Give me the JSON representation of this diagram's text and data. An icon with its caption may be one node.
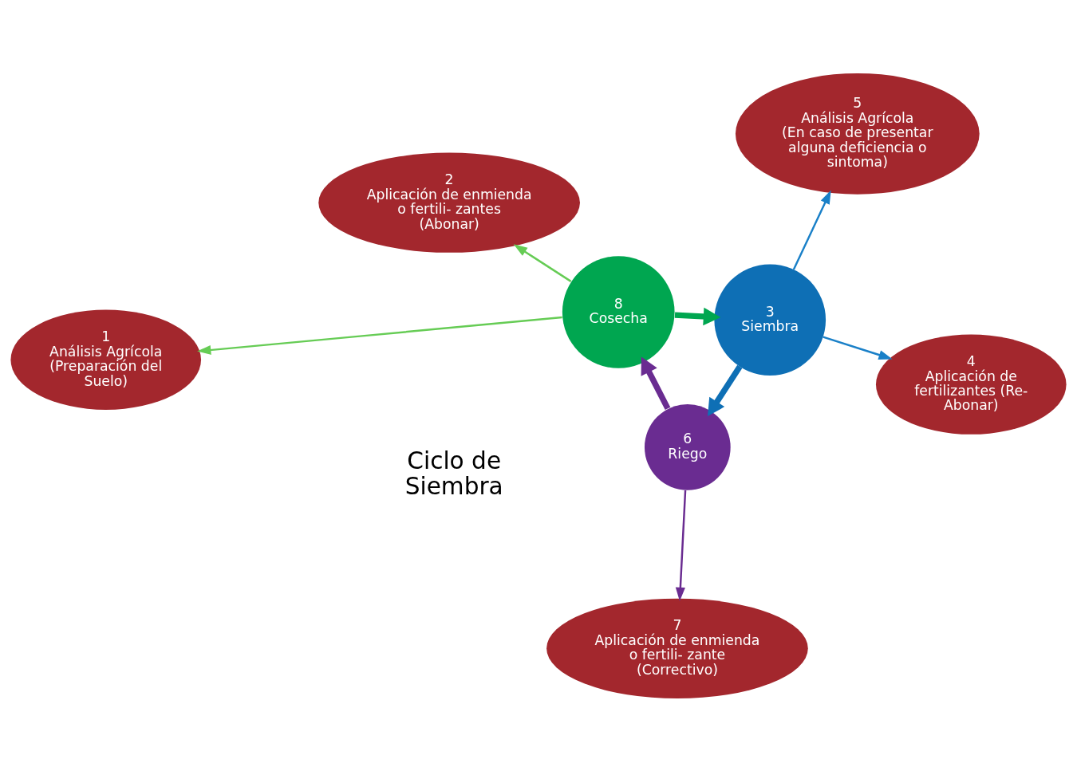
{
  "diagram": {
    "nodes": [
      {
        "text": [
          "1",
          "Análisis Agrícola (Preparación del Suelo)"
        ]
      },
      {
        "text": [
          "2",
          "Aplicación de enmienda o fertili- zantes (Abonar)"
        ]
      },
      {
        "text": [
          "3",
          "Siembra"
        ]
      },
      {
        "text": [
          "4",
          "Aplicación de fertilizantes (Re- Abonar)"
        ]
      },
      {
        "text": [
          "5",
          "Análisis Agrícola",
          "(En caso de presentar alguna deficiencia o sintoma)"
        ]
      },
      {
        "text": [
          "6",
          "Riego"
        ]
      },
      {
        "text": [
          "7",
          "Aplicación de enmienda o fertili- zante (Correctivo)"
        ]
      },
      {
        "text": [
          "8",
          "Cosecha"
        ]
      }
    ],
    "edges": [
      {
        "from": 7,
        "to": 2,
        "arrow": "to",
        "style": "thick",
        "color": "#00a650"
      },
      {
        "from": 7,
        "to": 0,
        "arrow": "to",
        "color": "#66cc55"
      },
      {
        "from": 7,
        "to": 1,
        "arrow": "to",
        "color": "#66cc55"
      },
      {
        "from": 2,
        "to": 5,
        "arrow": "to",
        "style": "thick",
        "color": "#0e6fb5"
      },
      {
        "from": 2,
        "to": 3,
        "arrow": "to",
        "color": "#1a80c8"
      },
      {
        "from": 2,
        "to": 4,
        "arrow": "to",
        "color": "#1a80c8"
      },
      {
        "from": 5,
        "to": 7,
        "arrow": "to",
        "style": "thick",
        "color": "#6a2c91"
      },
      {
        "from": 5,
        "to": 6,
        "arrow": "to",
        "color": "#6a2c91"
      }
    ],
    "labels": [
      "Ciclo de Siembra"
    ]
  }
}
